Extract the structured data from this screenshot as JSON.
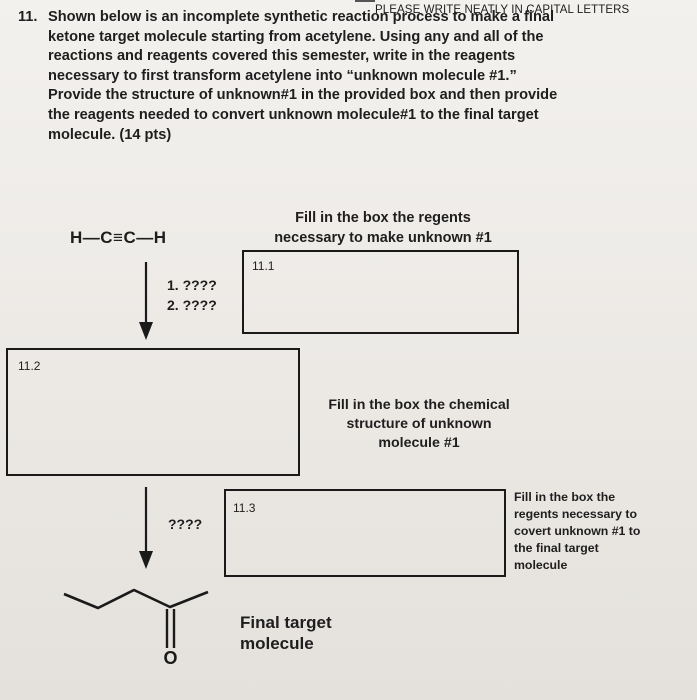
{
  "header_instruction": "PLEASE WRITE NEATLY IN CAPITAL LETTERS",
  "question": {
    "number": "11.",
    "lines": [
      "Shown below is an incomplete synthetic reaction process to make a final",
      "ketone target molecule starting from acetylene. Using any and all of the",
      "reactions and reagents covered this semester, write in the reagents",
      "necessary to first transform acetylene into “unknown molecule #1.”",
      "Provide the structure of unknown#1 in the provided box and then provide",
      "the reagents needed to convert unknown molecule#1 to the final target",
      "molecule. (14 pts)"
    ]
  },
  "start_molecule": "H—C≡C—H",
  "box1": {
    "instruction_lines": [
      "Fill in the box the regents",
      "necessary to make unknown #1"
    ],
    "label": "11.1"
  },
  "step1_reagents": [
    "1. ????",
    "2. ????"
  ],
  "box2": {
    "label": "11.2",
    "instruction_lines": [
      "Fill in the box the chemical",
      "structure of unknown",
      "molecule #1"
    ]
  },
  "step2_reagents": "????",
  "box3": {
    "label": "11.3",
    "instruction_lines": [
      "Fill in the box the",
      "regents necessary to",
      "covert unknown #1 to",
      "the final target",
      "molecule"
    ]
  },
  "final_label_lines": [
    "Final target",
    "molecule"
  ],
  "oxygen_symbol": "O"
}
